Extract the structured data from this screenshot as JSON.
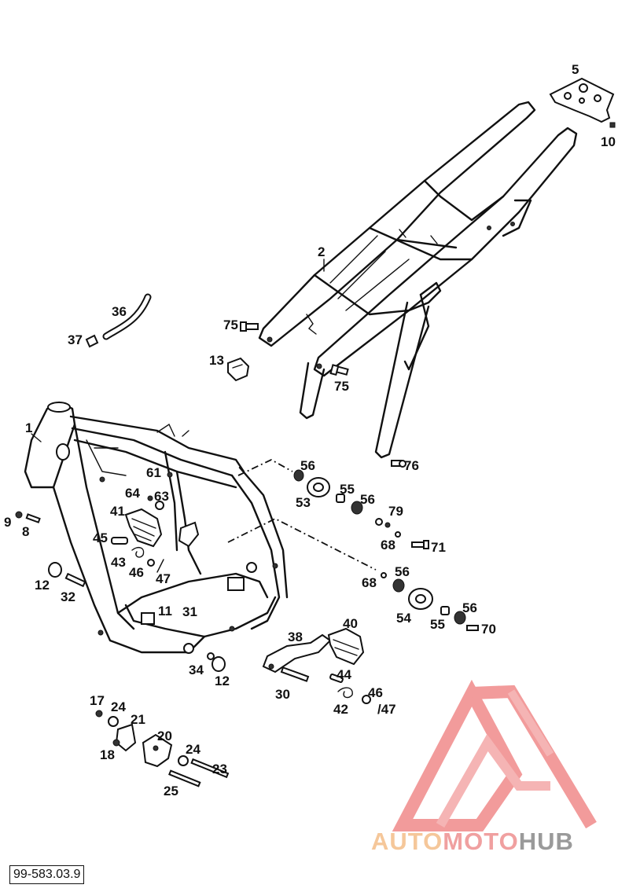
{
  "document_code": "99-583.03.9",
  "watermark": {
    "part1": "AUTO",
    "part2": "MOTO",
    "part3": "HUB",
    "colors": {
      "auto": "#f5c79a",
      "moto": "#f0a0a0",
      "hub": "#9a9a9a",
      "logo": "#f08080"
    }
  },
  "labels": [
    {
      "text": "1"
    },
    {
      "text": "2"
    },
    {
      "text": "5"
    },
    {
      "text": "10"
    },
    {
      "text": "36"
    },
    {
      "text": "37"
    },
    {
      "text": "75"
    },
    {
      "text": "75"
    },
    {
      "text": "13"
    },
    {
      "text": "76"
    },
    {
      "text": "56"
    },
    {
      "text": "53"
    },
    {
      "text": "55"
    },
    {
      "text": "56"
    },
    {
      "text": "79"
    },
    {
      "text": "68"
    },
    {
      "text": "71"
    },
    {
      "text": "61"
    },
    {
      "text": "64"
    },
    {
      "text": "63"
    },
    {
      "text": "41"
    },
    {
      "text": "9"
    },
    {
      "text": "8"
    },
    {
      "text": "45"
    },
    {
      "text": "43"
    },
    {
      "text": "46"
    },
    {
      "text": "47"
    },
    {
      "text": "12"
    },
    {
      "text": "32"
    },
    {
      "text": "68"
    },
    {
      "text": "56"
    },
    {
      "text": "54"
    },
    {
      "text": "55"
    },
    {
      "text": "56"
    },
    {
      "text": "70"
    },
    {
      "text": "11"
    },
    {
      "text": "31"
    },
    {
      "text": "38"
    },
    {
      "text": "40"
    },
    {
      "text": "34"
    },
    {
      "text": "12"
    },
    {
      "text": "44"
    },
    {
      "text": "30"
    },
    {
      "text": "46"
    },
    {
      "text": "42"
    },
    {
      "text": "/47"
    },
    {
      "text": "17"
    },
    {
      "text": "24"
    },
    {
      "text": "21"
    },
    {
      "text": "20"
    },
    {
      "text": "18"
    },
    {
      "text": "24"
    },
    {
      "text": "23"
    },
    {
      "text": "25"
    }
  ]
}
